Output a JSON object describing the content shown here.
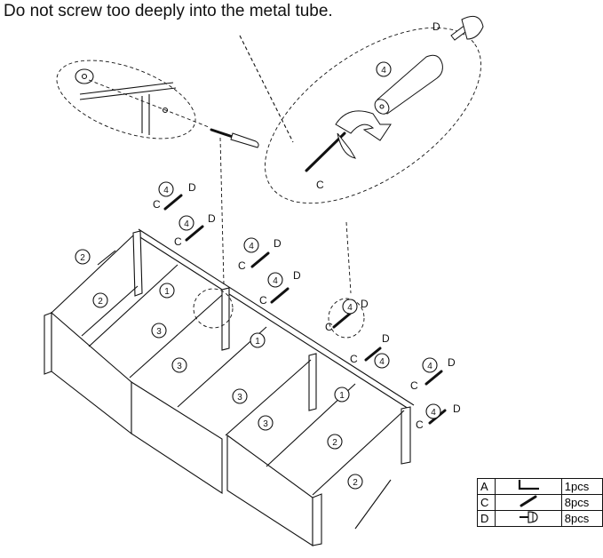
{
  "instruction": "Do not screw too deeply into the metal tube.",
  "callout_labels": {
    "tube_number": "4",
    "screw_d": "D",
    "bolt_c": "C"
  },
  "part_labels": {
    "c": "C",
    "d": "D",
    "n1": "1",
    "n2": "2",
    "n3": "3",
    "n4": "4"
  },
  "legend": [
    {
      "letter": "A",
      "icon": "l-bracket-icon",
      "qty": "1pcs"
    },
    {
      "letter": "C",
      "icon": "bolt-icon",
      "qty": "8pcs"
    },
    {
      "letter": "D",
      "icon": "screw-cap-icon",
      "qty": "8pcs"
    }
  ]
}
